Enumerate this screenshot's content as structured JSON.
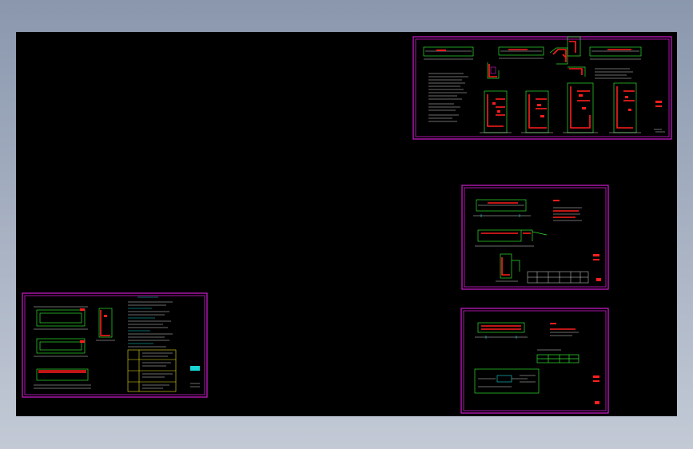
{
  "app": {
    "background_top": "#8a97ad",
    "background_bottom": "#c3cad6",
    "canvas_color": "#000000"
  },
  "colors": {
    "sheet_frame": "#d21bd2",
    "geometry": "#2fe02f",
    "rebar": "#ff1e1e",
    "annotation": "#d8d8d8",
    "table_accent": "#19d4d4"
  },
  "sheets": [
    {
      "id": "sheet-top-right",
      "label": ""
    },
    {
      "id": "sheet-middle-right",
      "label": ""
    },
    {
      "id": "sheet-bottom-right",
      "label": ""
    },
    {
      "id": "sheet-bottom-left",
      "label": ""
    }
  ]
}
